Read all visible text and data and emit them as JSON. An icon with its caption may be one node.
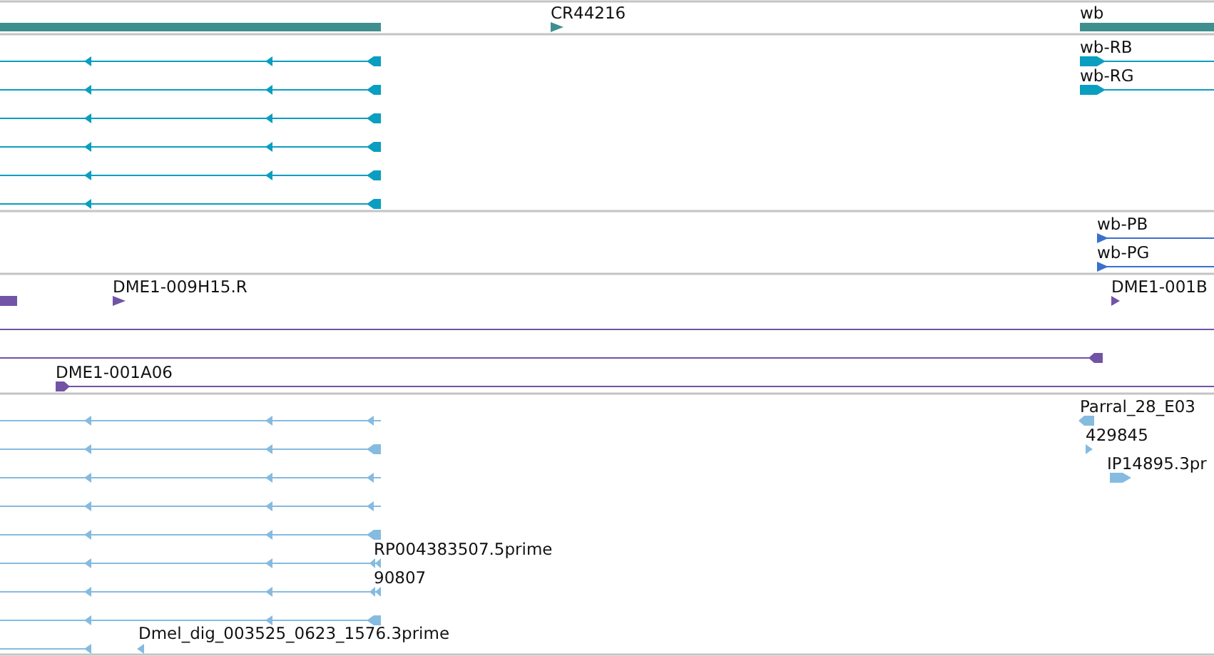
{
  "diagram": {
    "labels": [
      "CR44216",
      "wb",
      "wb-RB",
      "wb-RG",
      "wb-PB",
      "wb-PG",
      "DME1-009H15.R",
      "DME1-001B",
      "DME1-001A06",
      "Parral_28_E03",
      "429845",
      "IP14895.3pr",
      "RP004383507.5prime",
      "90807",
      "Dmel_dig_003525_0623_1576.3prime"
    ]
  }
}
